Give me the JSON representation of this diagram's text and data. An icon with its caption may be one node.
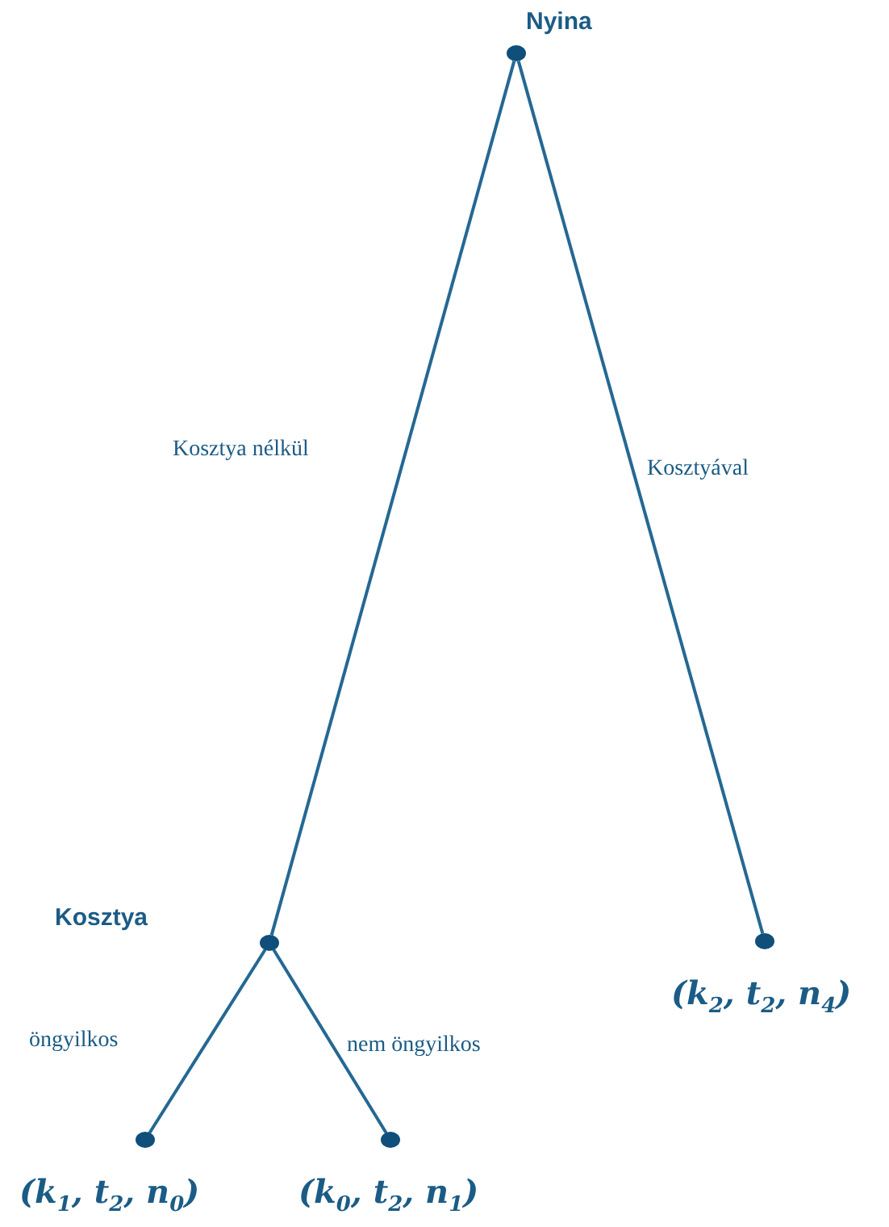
{
  "diagram": {
    "nodes": [
      {
        "text": [
          "Nyina"
        ]
      },
      {
        "text": [
          "Kosztya"
        ]
      },
      {
        "text": [
          "(*k*$_{2}$, *t*$_{2}$, *n*$_{4}$)"
        ]
      },
      {
        "text": [
          "(*k*$_{1}$, *t*$_{2}$, *n*$_{0}$)"
        ]
      },
      {
        "text": [
          "(*k*$_{0}$, *t*$_{2}$, *n*$_{1}$)"
        ]
      }
    ],
    "edges": [
      {
        "from": 0,
        "to": 1,
        "arrow": "none",
        "label": "Kosztya nélkül"
      },
      {
        "from": 0,
        "to": 2,
        "arrow": "none",
        "label": "Kosztyával"
      },
      {
        "from": 1,
        "to": 3,
        "arrow": "none",
        "label": "öngyilkos"
      },
      {
        "from": 1,
        "to": 4,
        "arrow": "none",
        "label": "nem öngyilkos"
      }
    ]
  }
}
